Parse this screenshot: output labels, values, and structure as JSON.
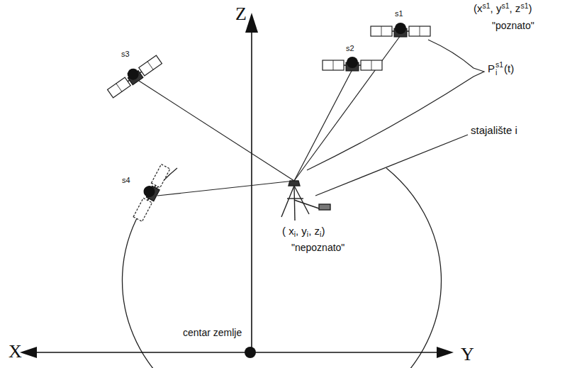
{
  "diagram": {
    "labels": [
      "Z",
      "X",
      "Y",
      "s1",
      "s2",
      "s3",
      "s4",
      "(x",
      "s1",
      ", y",
      "s1",
      ", z",
      "s1",
      ")",
      "\"poznato\"",
      "P",
      "s1",
      "i",
      "(t)",
      "stajalište i",
      "( x",
      "i",
      ", y",
      "i",
      ", z",
      "i",
      ")",
      "\"nepoznato\"",
      "centar zemlje"
    ]
  }
}
